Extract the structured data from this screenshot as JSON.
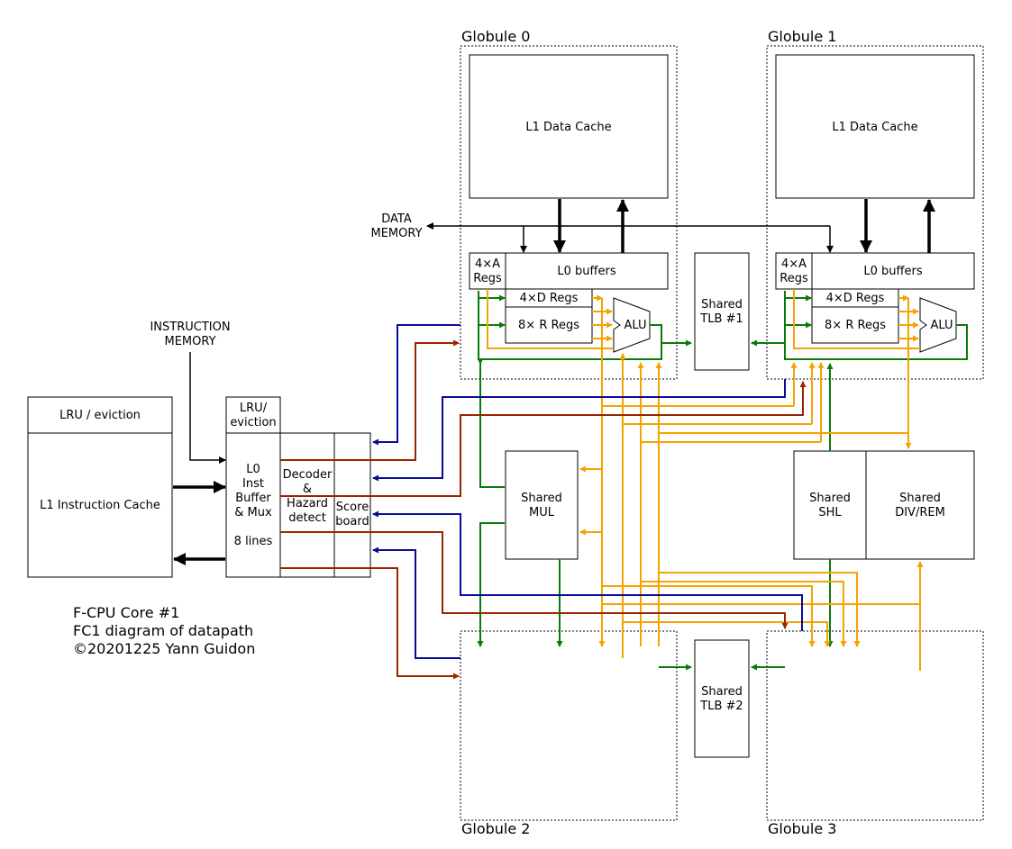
{
  "globules": {
    "g0": "Globule 0",
    "g1": "Globule 1",
    "g2": "Globule 2",
    "g3": "Globule 3"
  },
  "blocks": {
    "l1_data_cache": "L1 Data Cache",
    "l0_buffers": "L0 buffers",
    "a_regs": [
      "4×A",
      "Regs"
    ],
    "d_regs": "4×D Regs",
    "r_regs": "8× R Regs",
    "alu": "ALU",
    "tlb1": [
      "Shared",
      "TLB #1"
    ],
    "tlb2": [
      "Shared",
      "TLB #2"
    ],
    "mul": [
      "Shared",
      "MUL"
    ],
    "shl": [
      "Shared",
      "SHL"
    ],
    "divrem": [
      "Shared",
      "DIV/REM"
    ],
    "l1_icache_lru": "LRU / eviction",
    "l1_icache": "L1 Instruction Cache",
    "l0_lru": [
      "LRU/",
      "eviction"
    ],
    "l0_inst": [
      "L0",
      "Inst",
      "Buffer",
      "& Mux",
      "",
      "8 lines"
    ],
    "decoder": [
      "Decoder",
      "&",
      "Hazard",
      "detect"
    ],
    "scoreboard": [
      "Score",
      "board"
    ]
  },
  "labels": {
    "data_memory": [
      "DATA",
      "MEMORY"
    ],
    "instruction_memory": [
      "INSTRUCTION",
      "MEMORY"
    ]
  },
  "caption": [
    "F-CPU Core #1",
    "FC1 diagram of datapath",
    "©20201225 Yann Guidon"
  ],
  "colors": {
    "green": "#0a7a0a",
    "orange": "#f5a300",
    "blue": "#0a0a9a",
    "red": "#9b2400"
  }
}
